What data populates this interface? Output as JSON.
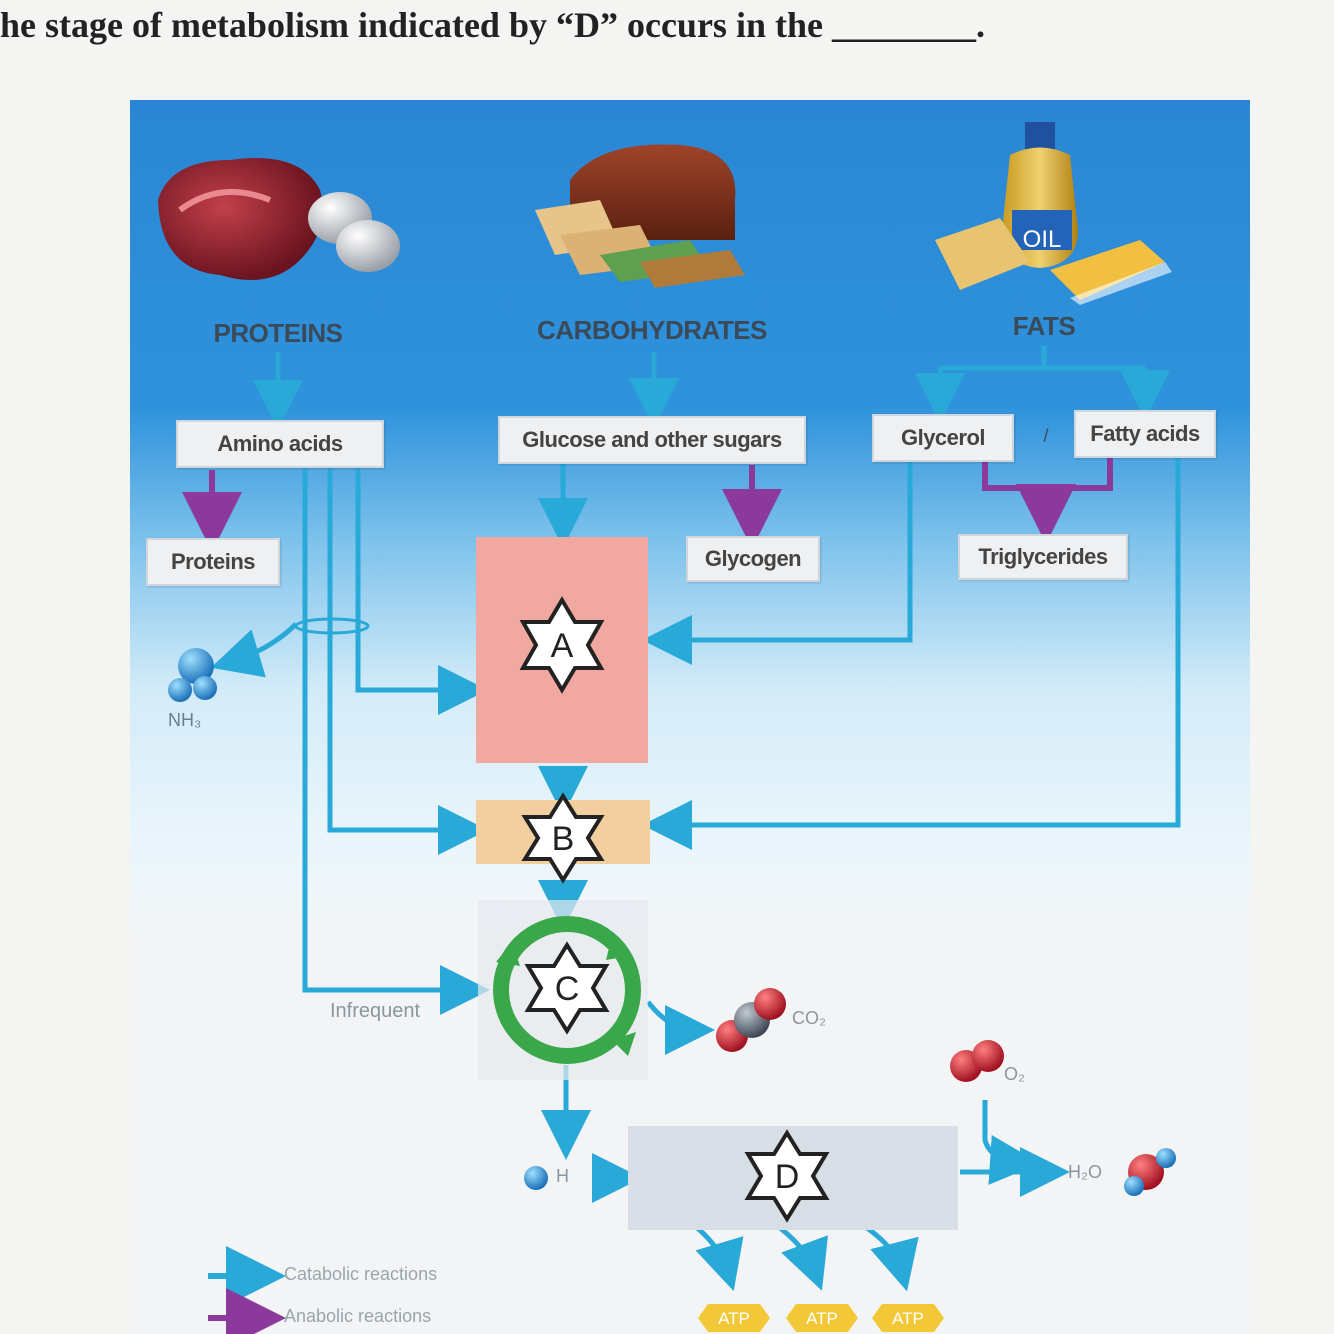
{
  "question": {
    "text": "he stage of metabolism indicated by “D” occurs in the ________."
  },
  "nutrients": {
    "proteins": "PROTEINS",
    "carbohydrates": "CARBOHYDRATES",
    "fats": "FATS",
    "oil_label": "OIL"
  },
  "boxes": {
    "amino_acids": "Amino acids",
    "glucose": "Glucose and other sugars",
    "glycerol": "Glycerol",
    "fatty_acids": "Fatty acids",
    "proteins": "Proteins",
    "glycogen": "Glycogen",
    "triglycerides": "Triglycerides"
  },
  "stages": {
    "a": "A",
    "b": "B",
    "c": "C",
    "d": "D"
  },
  "molecules": {
    "nh3": "NH₃",
    "co2": "CO₂",
    "o2": "O₂",
    "h": "H",
    "h2o": "H₂O",
    "atp": "ATP"
  },
  "other_labels": {
    "infrequent": "Infrequent"
  },
  "legend": {
    "catabolic": "Catabolic reactions",
    "anabolic": "Anabolic reactions"
  },
  "colors": {
    "catabolic_arrow": "#29a9d8",
    "anabolic_arrow": "#8b3a9c",
    "stage_a_box": "#f0a8a0",
    "stage_b_box": "#f3cfa0",
    "stage_d_box": "#d8dee6",
    "krebs_ring": "#3aa84a"
  }
}
